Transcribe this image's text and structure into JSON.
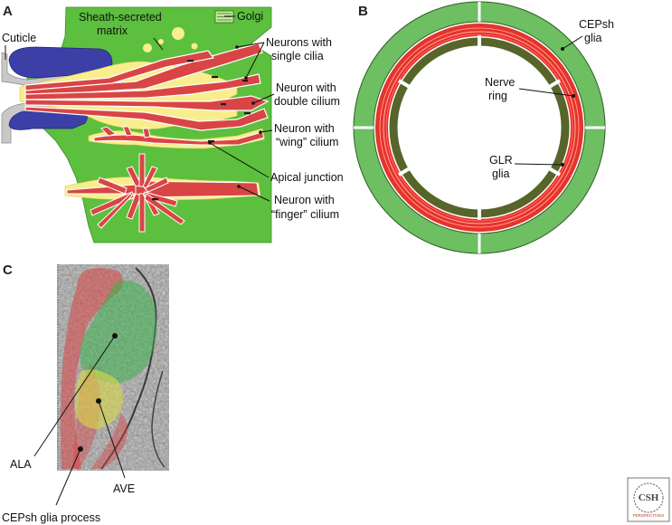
{
  "panel_letters": [
    "A",
    "B",
    "C"
  ],
  "panel_a": {
    "labels": {
      "cuticle": "Cuticle",
      "sheath_matrix_1": "Sheath-secreted",
      "sheath_matrix_2": "matrix",
      "golgi": "Golgi",
      "single_cilia_1": "Neurons with",
      "single_cilia_2": "single cilia",
      "double_cilium_1": "Neuron with",
      "double_cilium_2": "double cilium",
      "wing_cilium_1": "Neuron with",
      "wing_cilium_2": "“wing” cilium",
      "apical_junction": "Apical junction",
      "finger_cilium_1": "Neuron with",
      "finger_cilium_2": "“finger” cilium"
    }
  },
  "panel_b": {
    "labels": {
      "cepsh_1": "CEPsh",
      "cepsh_2": "glia",
      "nerve_1": "Nerve",
      "nerve_2": "ring",
      "glr_1": "GLR",
      "glr_2": "glia"
    }
  },
  "panel_c": {
    "labels": {
      "ala": "ALA",
      "ave": "AVE",
      "cepsh_process": "CEPsh glia process"
    }
  },
  "logo": {
    "line1": "CSH",
    "line2": "PERSPECTIVES"
  },
  "colors": {
    "sheath_green": "#5cbf3e",
    "cepsh_light_green": "#6dbf62",
    "glr_dark_green": "#56652a",
    "neuron_red": "#d94545",
    "nerve_ring_red": "#e8332a",
    "matrix_yellow": "#f8ee8e",
    "cuticle_blue": "#3c3fa5",
    "cuticle_grey": "#c8c8c8"
  }
}
